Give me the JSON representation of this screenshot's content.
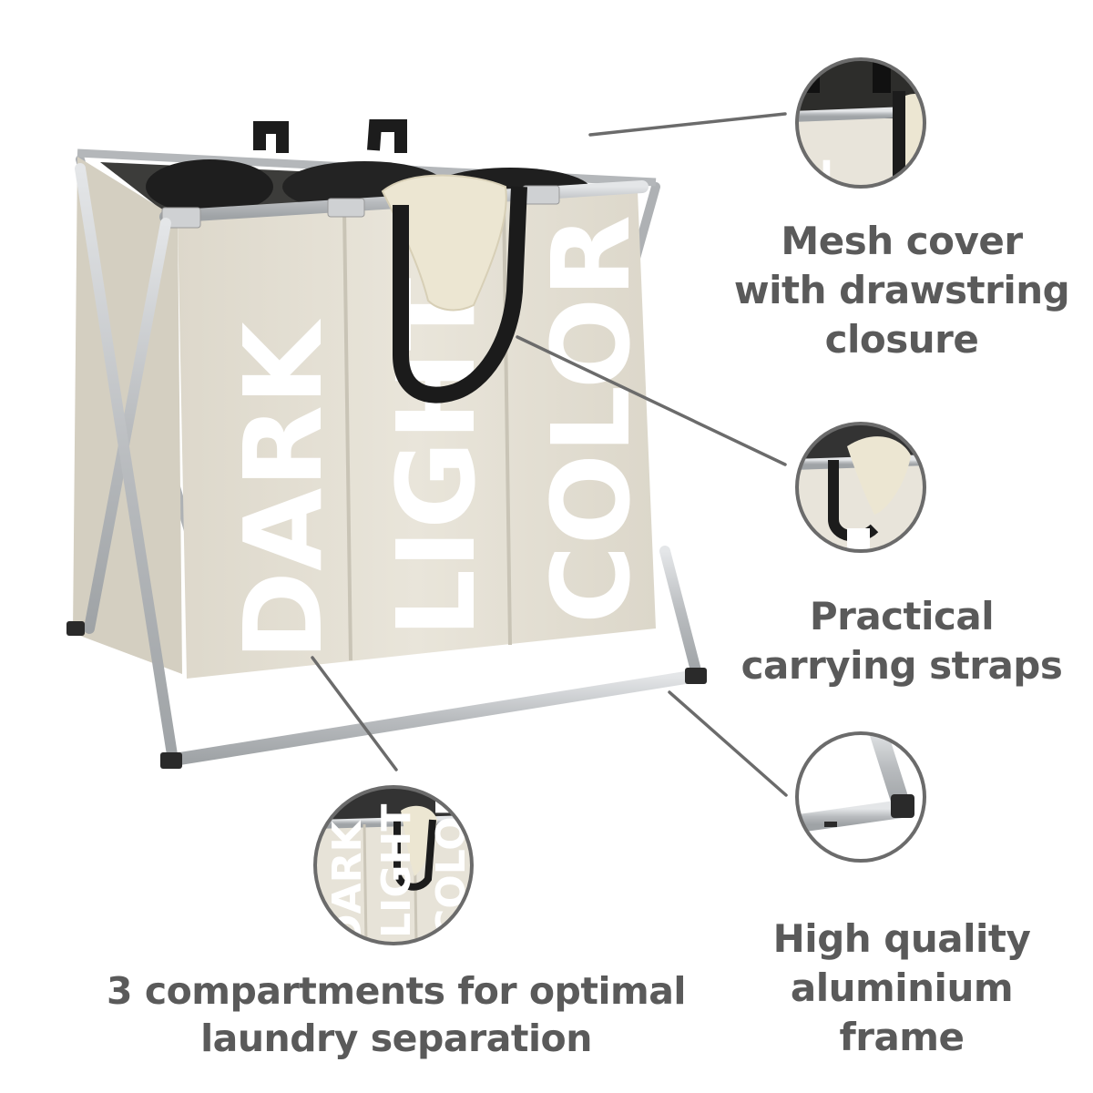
{
  "product": {
    "compartments": [
      "DARK",
      "LIGHT",
      "COLOR"
    ],
    "fabric_color": "#e7e3d8",
    "frame_color": "#c6c8ca",
    "strap_color": "#1c1c1c",
    "mesh_color": "#3a3a38"
  },
  "features": {
    "mesh": {
      "lines": [
        "Mesh cover",
        "with drawstring",
        "closure"
      ]
    },
    "straps": {
      "lines": [
        "Practical",
        "carrying straps"
      ]
    },
    "frame": {
      "lines": [
        "High quality",
        "aluminium",
        "frame"
      ]
    },
    "compartments": {
      "lines": [
        "3 compartments for optimal",
        "laundry separation"
      ]
    }
  },
  "colors": {
    "caption_text": "#5a5a5a",
    "callout_line": "#6b6b6b",
    "circle_border": "#6b6b6b"
  }
}
